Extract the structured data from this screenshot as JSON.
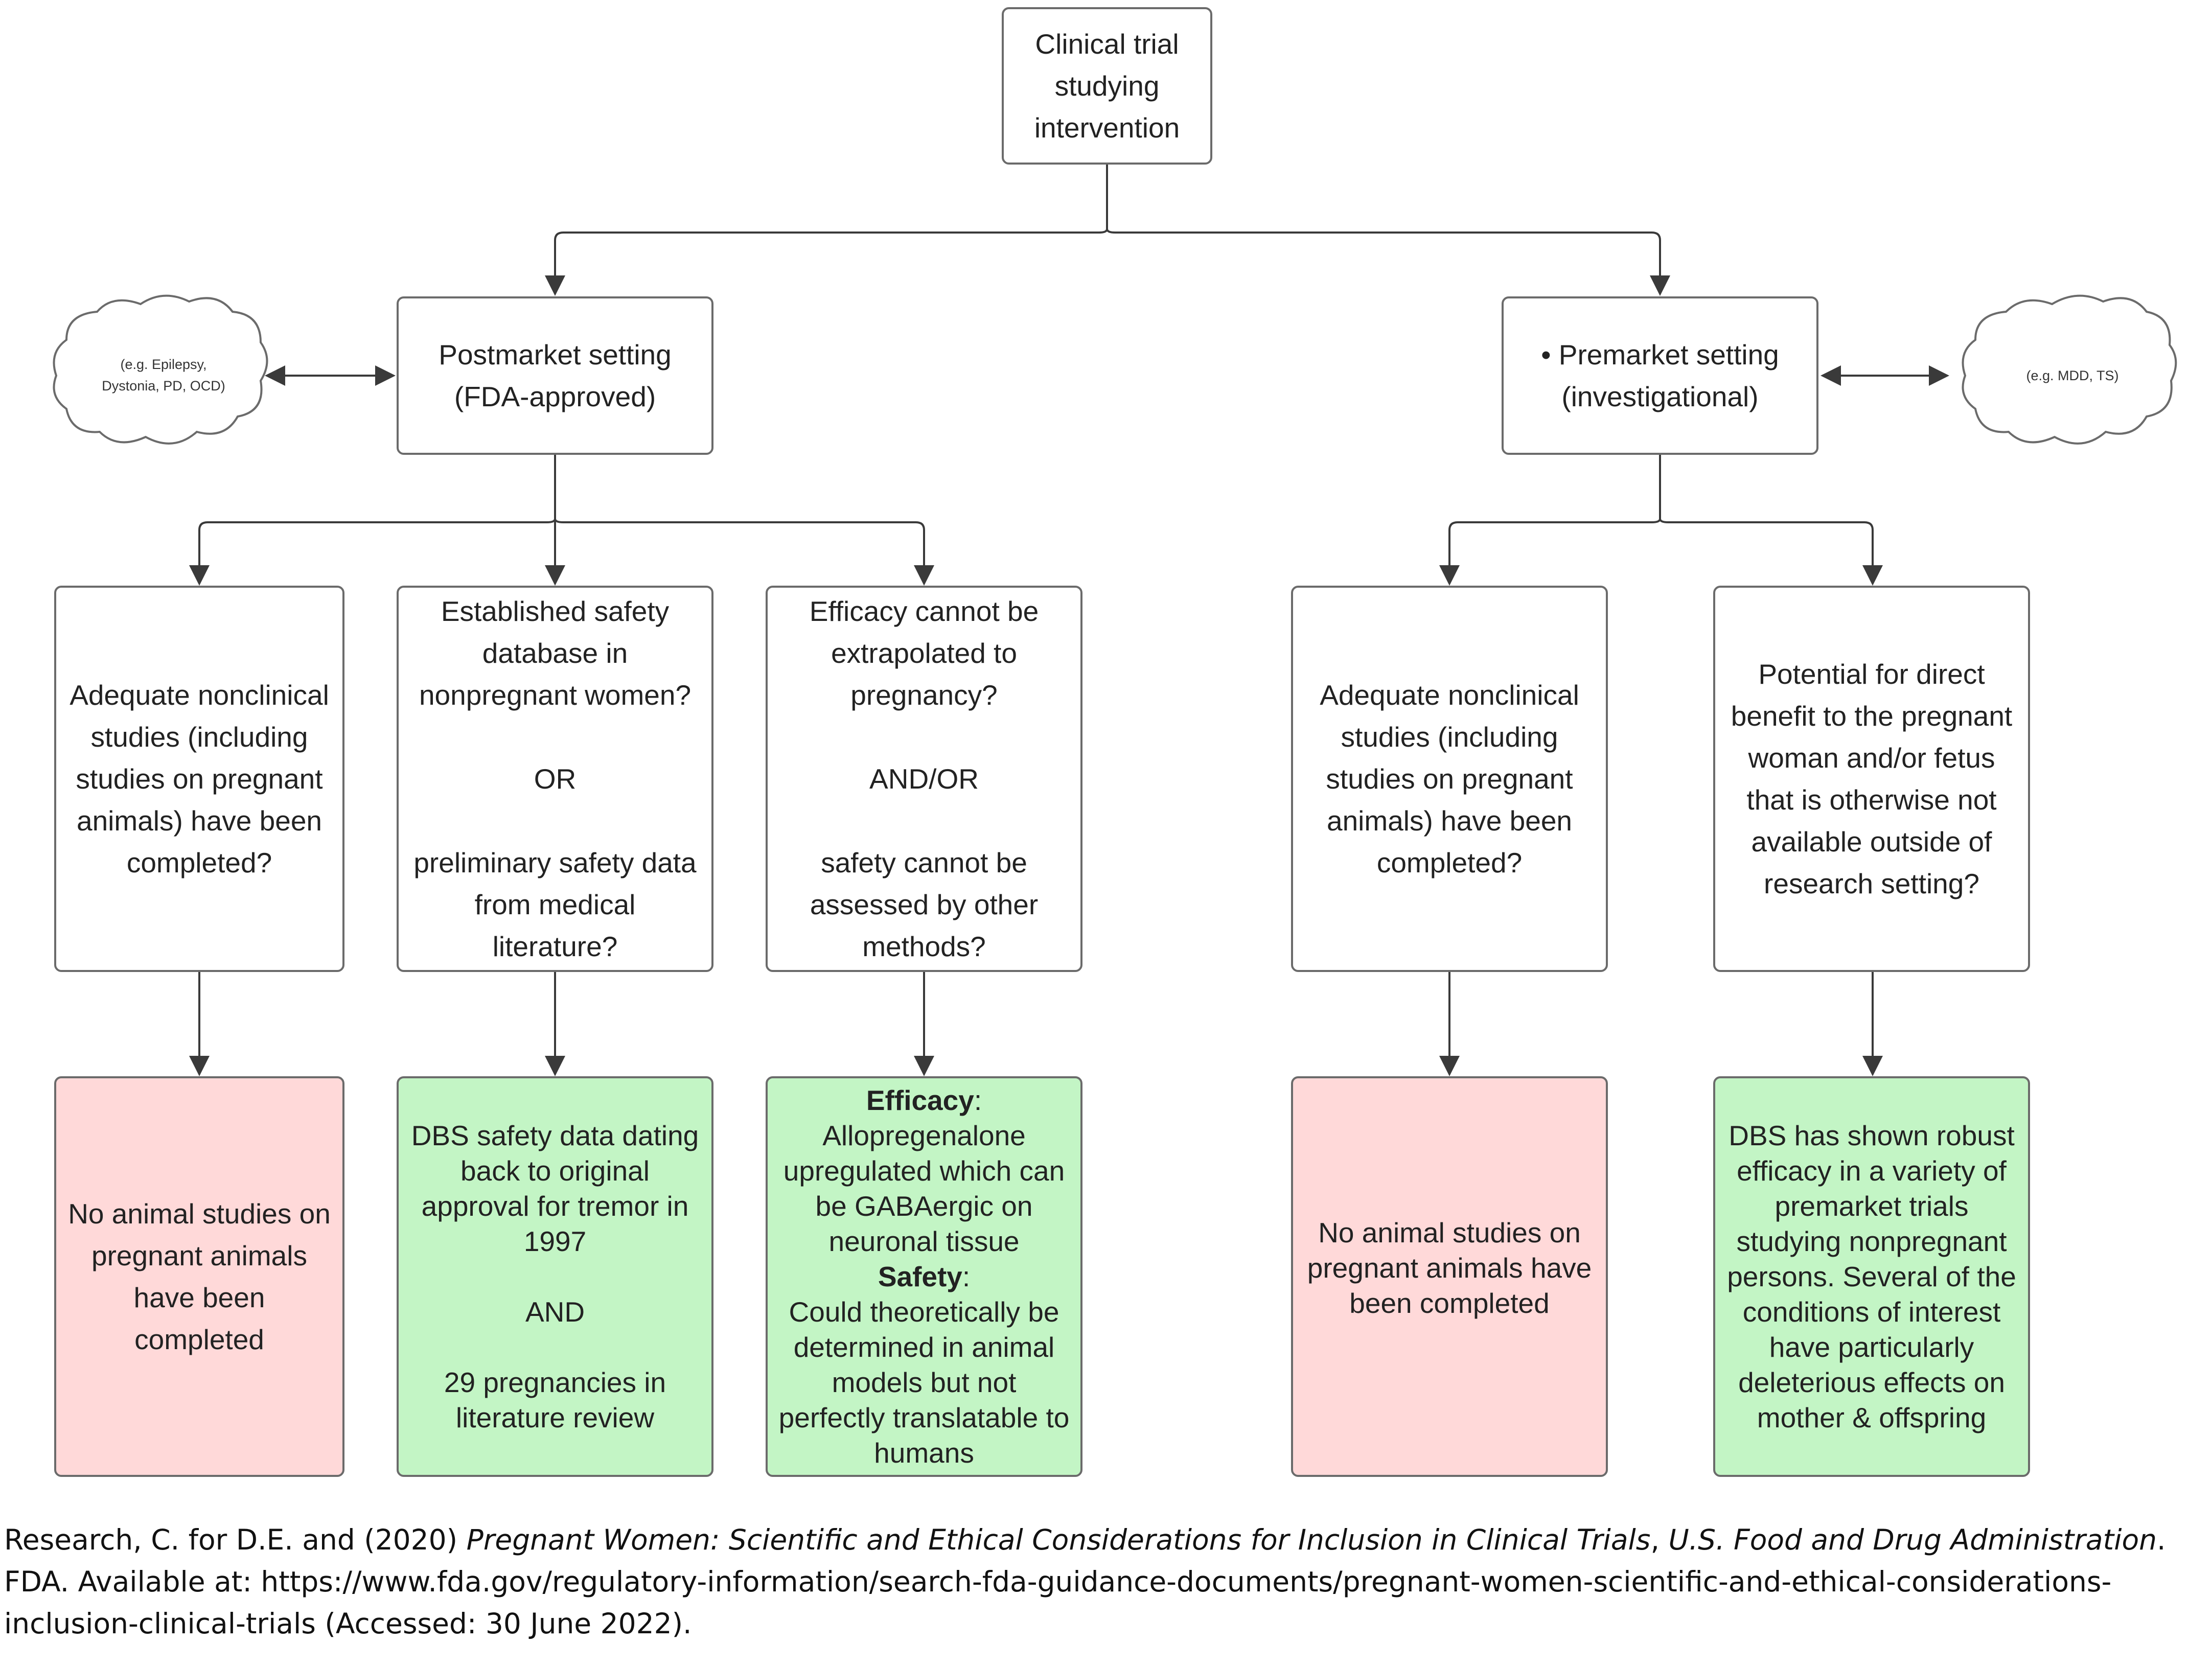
{
  "nodes": {
    "root": {
      "lines": [
        "Clinical trial",
        "studying",
        "intervention"
      ]
    },
    "postmarket": {
      "lines": [
        "Postmarket setting",
        "(FDA-approved)"
      ]
    },
    "premarket": {
      "lines": [
        "• Premarket setting",
        "(investigational)"
      ]
    },
    "post_q1": {
      "lines": [
        "Adequate nonclinical",
        "studies (including",
        "studies on pregnant",
        "animals) have been",
        "completed?"
      ]
    },
    "post_q2": {
      "lines": [
        "Established safety",
        "database in",
        "nonpregnant women?",
        "",
        "OR",
        "",
        "preliminary safety data",
        "from medical",
        "literature?"
      ]
    },
    "post_q3": {
      "lines": [
        "Efficacy cannot be",
        "extrapolated to",
        "pregnancy?",
        "",
        "AND/OR",
        "",
        "safety cannot be",
        "assessed by other",
        "methods?"
      ]
    },
    "pre_q1": {
      "lines": [
        "Adequate nonclinical",
        "studies (including",
        "studies on pregnant",
        "animals) have been",
        "completed?"
      ]
    },
    "pre_q2": {
      "lines": [
        "Potential for direct",
        "benefit to the pregnant",
        "woman and/or fetus",
        "that is otherwise not",
        "available outside of",
        "research setting?"
      ]
    },
    "post_a1": {
      "lines": [
        "No animal studies on",
        "pregnant animals",
        "have been",
        "completed"
      ]
    },
    "post_a2": {
      "lines": [
        "DBS safety data dating",
        "back to original",
        "approval for tremor in",
        "1997",
        "",
        "AND",
        "",
        "29 pregnancies in",
        "literature review"
      ]
    },
    "post_a3": {
      "efficacy_label": "Efficacy",
      "efficacy_colon": ":",
      "efficacy_lines": [
        "Allopregenalone",
        "upregulated which can",
        "be GABAergic on",
        "neuronal tissue"
      ],
      "safety_label": "Safety",
      "safety_colon": ":",
      "safety_lines": [
        "Could theoretically be",
        "determined in animal",
        "models but not",
        "perfectly translatable to",
        "humans"
      ]
    },
    "pre_a1": {
      "lines": [
        "No animal studies on",
        "pregnant animals have",
        "been completed"
      ]
    },
    "pre_a2": {
      "lines": [
        "DBS has shown robust",
        "efficacy in a variety of",
        "premarket trials",
        "studying nonpregnant",
        "persons. Several of the",
        "conditions of interest",
        "have particularly",
        "deleterious effects on",
        "mother & offspring"
      ]
    }
  },
  "clouds": {
    "left": {
      "lines": [
        "(e.g. Epilepsy,",
        "Dystonia, PD, OCD)"
      ]
    },
    "right": {
      "lines": [
        "(e.g. MDD, TS)"
      ]
    }
  },
  "citation": {
    "author": "Research, C. for D.E. and (2020) ",
    "title": "Pregnant Women: Scientific and Ethical Considerations for Inclusion in Clinical Trials",
    "separator": ", ",
    "publisher": "U.S. Food and Drug Administration",
    "line1_end": ".",
    "line2": "FDA. Available at: https://www.fda.gov/regulatory-information/search-fda-guidance-documents/pregnant-women-scientific-and-ethical-considerations-",
    "line3": "inclusion-clinical-trials (Accessed: 30 June 2022)."
  },
  "colors": {
    "border": "#6b6b6b",
    "negative_fill": "#ffd9d9",
    "positive_fill": "#c3f5c5",
    "connector": "#3a3a3a"
  }
}
